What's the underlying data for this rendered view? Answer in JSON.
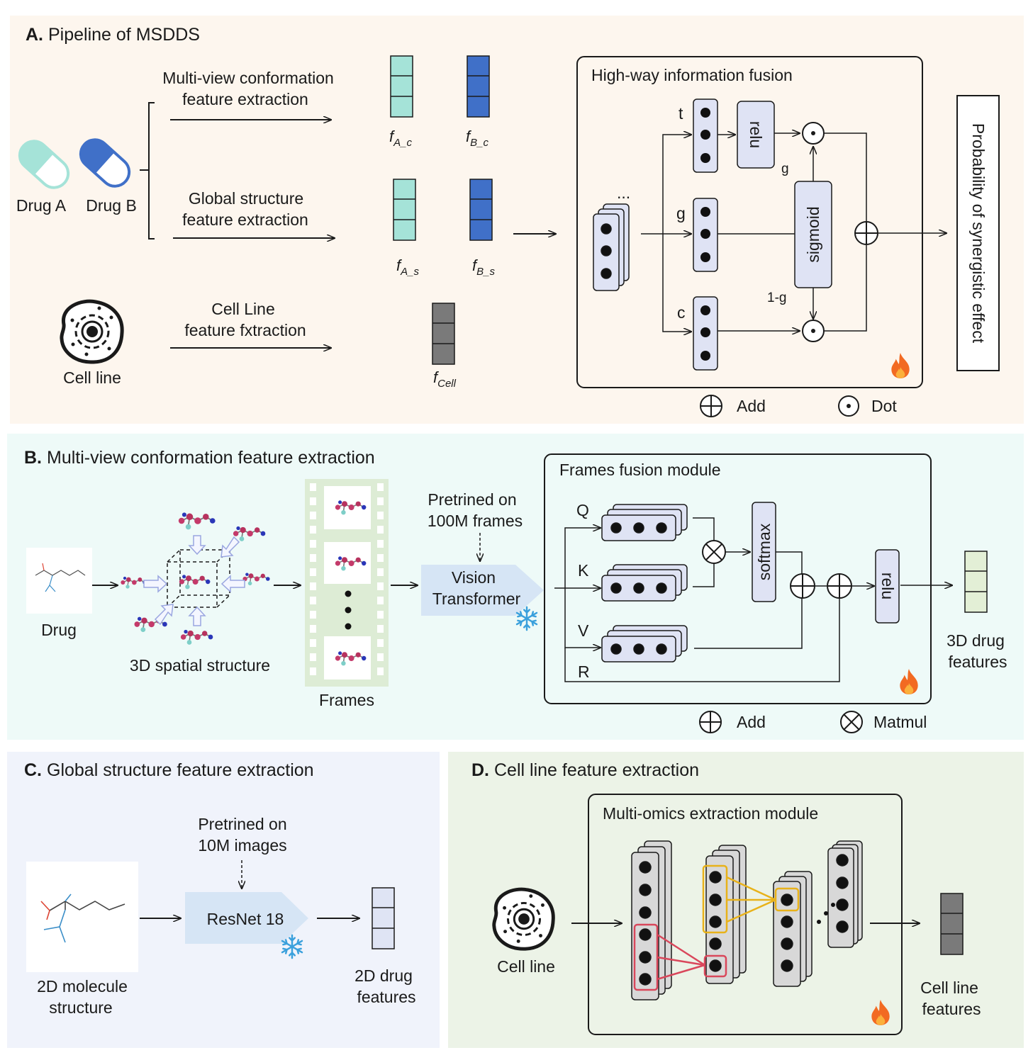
{
  "panel_a": {
    "letter": "A.",
    "title": "Pipeline of MSDDS",
    "drug_a": "Drug A",
    "drug_b": "Drug B",
    "multi_view_line1": "Multi-view conformation",
    "multi_view_line2": "feature extraction",
    "global_line1": "Global structure",
    "global_line2": "feature extraction",
    "cell_line1": "Cell Line",
    "cell_line2": "feature fxtraction",
    "cell_label": "Cell line",
    "f_a_c": {
      "base": "f",
      "sub": "A_c"
    },
    "f_b_c": {
      "base": "f",
      "sub": "B_c"
    },
    "f_a_s": {
      "base": "f",
      "sub": "A_s"
    },
    "f_b_s": {
      "base": "f",
      "sub": "B_s"
    },
    "f_cell": {
      "base": "f",
      "sub": "Cell"
    },
    "fusion_title": "High-way information fusion",
    "ellipsis": "...",
    "t": "t",
    "g": "g",
    "c": "c",
    "g_gate": "g",
    "one_minus_g": "1-g",
    "relu": "relu",
    "sigmoid": "sigmoid",
    "output": "Probability of synergistic effect",
    "legend_add": "Add",
    "legend_dot": "Dot"
  },
  "panel_b": {
    "letter": "B.",
    "title": "Multi-view conformation feature extraction",
    "drug": "Drug",
    "spatial": "3D spatial structure",
    "frames": "Frames",
    "pretrained_line1": "Pretrined on",
    "pretrained_line2": "100M frames",
    "vit_line1": "Vision",
    "vit_line2": "Transformer",
    "module_title": "Frames fusion module",
    "q": "Q",
    "k": "K",
    "v": "V",
    "r": "R",
    "softmax": "softmax",
    "relu": "relu",
    "out_line1": "3D drug",
    "out_line2": "features",
    "legend_add": "Add",
    "legend_matmul": "Matmul"
  },
  "panel_c": {
    "letter": "C.",
    "title": "Global structure feature extraction",
    "pretrained_line1": "Pretrined on",
    "pretrained_line2": "10M images",
    "resnet": "ResNet 18",
    "mol_line1": "2D molecule",
    "mol_line2": "structure",
    "out_line1": "2D drug",
    "out_line2": "features"
  },
  "panel_d": {
    "letter": "D.",
    "title": "Cell line feature extraction",
    "module_title": "Multi-omics extraction module",
    "cell_label": "Cell line",
    "out_line1": "Cell line",
    "out_line2": "features"
  },
  "colors": {
    "panel_a_bg": "#fdf6ee",
    "panel_b_bg": "#eefaf8",
    "panel_c_bg": "#f0f3fb",
    "panel_d_bg": "#ecf3e7",
    "drug_a": "#a5e3d8",
    "drug_b": "#4070c8",
    "cell_feat": "#7a7a7a",
    "node_fill": "#dfe3f4",
    "vit_fill": "#d6e5f5",
    "feat_3d": "#e3efd6",
    "feat_2d": "#dfe4f4",
    "red_box": "#d9475b",
    "yellow_box": "#e8b21a",
    "flame": "#f26a22"
  }
}
